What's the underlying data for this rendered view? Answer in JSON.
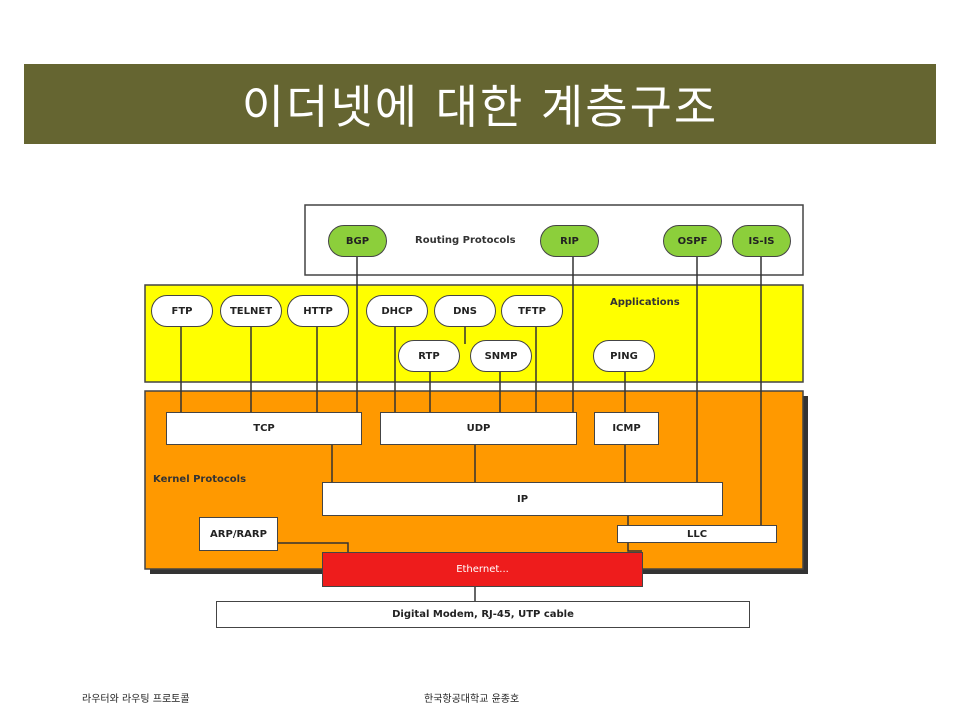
{
  "slide": {
    "title": "이더넷에 대한 계층구조",
    "footer_left": "라우터와 라우팅 프로토콜",
    "footer_center": "한국항공대학교 윤종호"
  },
  "diagram": {
    "regions": {
      "routing": "Routing Protocols",
      "applications": "Applications",
      "kernel": "Kernel Protocols"
    },
    "routing_protocols": [
      "BGP",
      "RIP",
      "OSPF",
      "IS-IS"
    ],
    "applications_row1": [
      "FTP",
      "TELNET",
      "HTTP",
      "DHCP",
      "DNS",
      "TFTP"
    ],
    "applications_row2": [
      "RTP",
      "SNMP",
      "PING"
    ],
    "transport": [
      "TCP",
      "UDP",
      "ICMP"
    ],
    "network": "IP",
    "arp": "ARP/RARP",
    "llc": "LLC",
    "ethernet": "Ethernet...",
    "physical": "Digital Modem, RJ-45, UTP cable"
  },
  "colors": {
    "title_bar": "#656531",
    "applications_bg": "#ffff00",
    "kernel_bg": "#ff9900",
    "routing_pill": "#8ccf3b",
    "ethernet": "#ee1c1c"
  }
}
